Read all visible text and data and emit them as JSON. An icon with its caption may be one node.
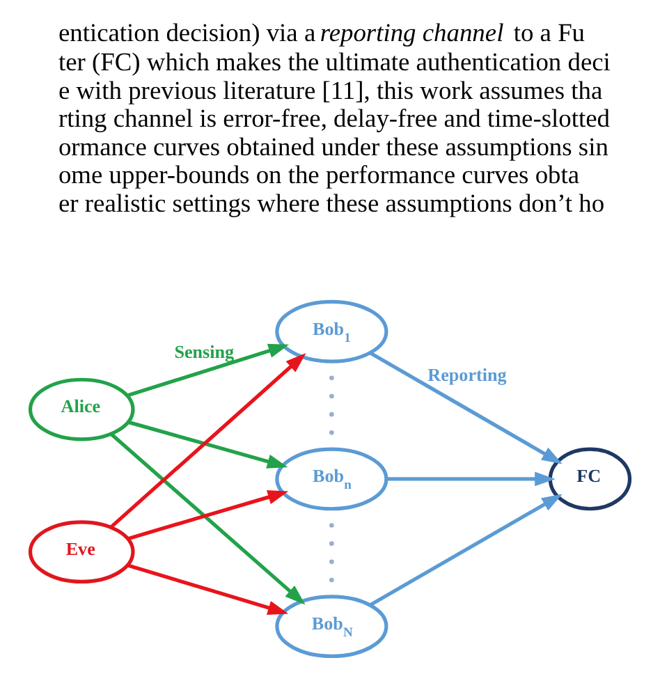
{
  "diagram": {
    "nodes": [
      {
        "text": [
          "Alice"
        ]
      },
      {
        "text": [
          "Eve"
        ]
      },
      {
        "text": [
          "Bob$_{1}$"
        ]
      },
      {
        "text": [
          "Bob$_{n}$"
        ]
      },
      {
        "text": [
          "Bob$_{N}$"
        ]
      },
      {
        "text": [
          "FC"
        ]
      }
    ],
    "edges": [
      {
        "from": 0,
        "to": 2,
        "arrow": "to",
        "label": "Sensing",
        "color": "#22a24a"
      },
      {
        "from": 0,
        "to": 3,
        "arrow": "to",
        "color": "#22a24a"
      },
      {
        "from": 0,
        "to": 4,
        "arrow": "to",
        "color": "#22a24a"
      },
      {
        "from": 1,
        "to": 2,
        "arrow": "to",
        "color": "#e8141c"
      },
      {
        "from": 1,
        "to": 3,
        "arrow": "to",
        "color": "#e8141c"
      },
      {
        "from": 1,
        "to": 4,
        "arrow": "to",
        "color": "#e8141c"
      },
      {
        "from": 2,
        "to": 5,
        "arrow": "to",
        "label": "Reporting",
        "color": "#5b9bd5"
      },
      {
        "from": 3,
        "to": 5,
        "arrow": "to",
        "color": "#5b9bd5"
      },
      {
        "from": 4,
        "to": 5,
        "arrow": "to",
        "color": "#5b9bd5"
      }
    ],
    "labels": [
      "entication decision) via a *reporting channel* to a Fu",
      "ter (FC) which makes the ultimate authentication deci",
      "e with previous literature [11], this work assumes tha",
      "rting channel is error-free, delay-free and time-slotted",
      "ormance curves obtained under these assumptions sin",
      "ome upper-bounds on the performance curves obta",
      "er realistic settings where these assumptions don’t ho"
    ]
  }
}
